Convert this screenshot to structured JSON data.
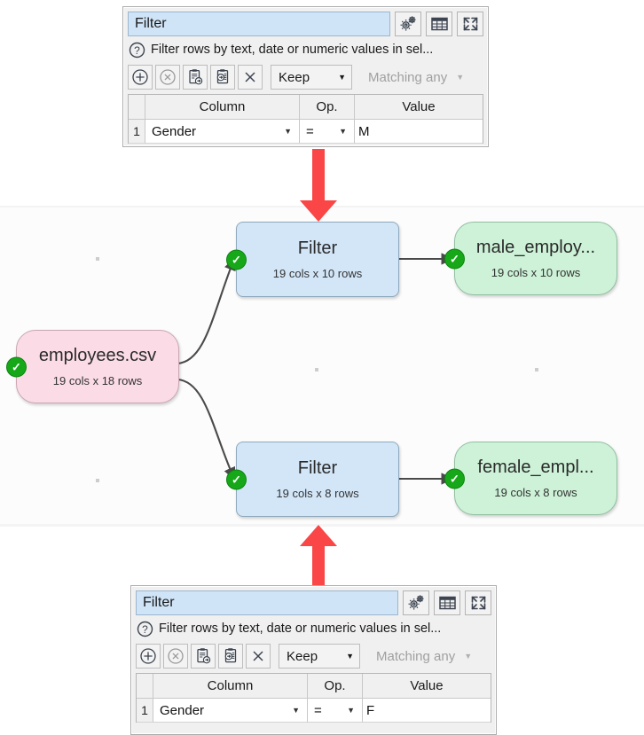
{
  "app": {
    "panel_title": "Filter",
    "description": "Filter rows by text, date or numeric values in sel...",
    "help_icon": "question-mark-icon",
    "titlebar_icons": [
      "gears-settings-icon",
      "table-grid-icon",
      "expand-arrows-icon"
    ],
    "toolbar_icons": [
      "add-circle-icon",
      "delete-circle-icon",
      "copy-clipboard-icon",
      "paste-clipboard-icon",
      "close-x-icon"
    ],
    "keep_label": "Keep",
    "matching_label": "Matching any",
    "columns": [
      "Column",
      "Op.",
      "Value"
    ]
  },
  "panel_top": {
    "title": "Filter",
    "description": "Filter rows by text, date or numeric values in sel...",
    "keep": "Keep",
    "matching": "Matching any",
    "headers": {
      "num": "",
      "column": "Column",
      "op": "Op.",
      "value": "Value"
    },
    "rows": [
      {
        "num": "1",
        "column": "Gender",
        "op": "=",
        "value": "M"
      }
    ]
  },
  "panel_bottom": {
    "title": "Filter",
    "description": "Filter rows by text, date or numeric values in sel...",
    "keep": "Keep",
    "matching": "Matching any",
    "headers": {
      "num": "",
      "column": "Column",
      "op": "Op.",
      "value": "Value"
    },
    "rows": [
      {
        "num": "1",
        "column": "Gender",
        "op": "=",
        "value": "F"
      }
    ]
  },
  "canvas": {
    "nodes": [
      {
        "id": "source",
        "name": "employees.csv",
        "sub": "19 cols x 18 rows",
        "kind": "source",
        "status": "ok"
      },
      {
        "id": "filter1",
        "name": "Filter",
        "sub": "19 cols x 10 rows",
        "kind": "filter",
        "status": "ok"
      },
      {
        "id": "filter2",
        "name": "Filter",
        "sub": "19 cols x 8 rows",
        "kind": "filter",
        "status": "ok"
      },
      {
        "id": "out1",
        "name": "male_employ...",
        "sub": "19 cols x 10 rows",
        "kind": "output",
        "status": "ok"
      },
      {
        "id": "out2",
        "name": "female_empl...",
        "sub": "19 cols x 8 rows",
        "kind": "output",
        "status": "ok"
      }
    ],
    "status_badge_glyph": "✓",
    "colors": {
      "filter_node": "#d3e6f8",
      "output_node": "#cdf2d8",
      "source_node": "#fbdce6",
      "status_ok": "#17a81a",
      "callout_arrow": "#fa4646",
      "edge": "#4a4a4a"
    }
  },
  "callouts": [
    {
      "id": "top-callout-arrow",
      "direction": "down",
      "icon": "red-down-arrow-icon"
    },
    {
      "id": "bottom-callout-arrow",
      "direction": "up",
      "icon": "red-up-arrow-icon"
    }
  ]
}
